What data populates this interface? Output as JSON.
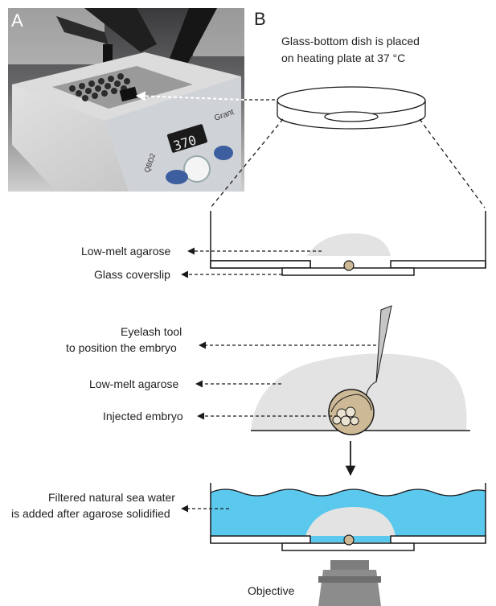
{
  "panel_a": {
    "letter": "A",
    "display_reading": "370",
    "brand": "Grant",
    "model": "QBD2"
  },
  "panel_b": {
    "letter": "B"
  },
  "caption_dish": {
    "line1": "Glass-bottom dish is placed",
    "line2": "on heating plate at 37 °C"
  },
  "dish_section": {
    "agarose_label": "Low-melt agarose",
    "coverslip_label": "Glass coverslip"
  },
  "embryo_section": {
    "tool_label_line1": "Eyelash tool",
    "tool_label_line2": "to position the embryo",
    "agarose_label": "Low-melt agarose",
    "embryo_label": "Injected embryo"
  },
  "water_section": {
    "label_line1": "Filtered natural sea water",
    "label_line2": "is added after agarose solidified",
    "objective_label": "Objective"
  },
  "colors": {
    "agarose": "#e3e3e3",
    "sea_water": "#5bc8ee",
    "embryo": "#cdb996",
    "outline": "#1a1a1a",
    "objective": "#8c8c8c"
  }
}
